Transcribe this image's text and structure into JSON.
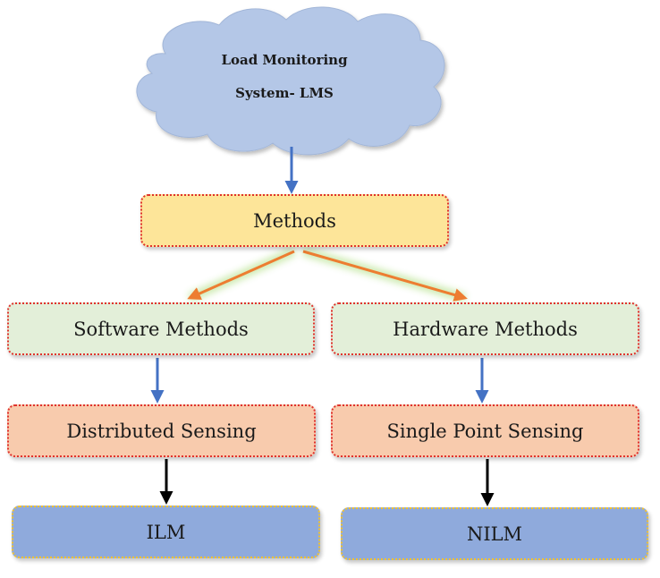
{
  "diagram": {
    "cloud": {
      "line1": "Load Monitoring",
      "line2": "System- LMS"
    },
    "nodes": {
      "methods": "Methods",
      "software": "Software Methods",
      "hardware": "Hardware Methods",
      "distributed": "Distributed Sensing",
      "single_point": "Single Point Sensing",
      "ilm": "ILM",
      "nilm": "NILM"
    }
  },
  "colors": {
    "cloud_fill": "#b4c7e7",
    "methods_fill": "#fde599",
    "software_fill": "#e3efd9",
    "sensing_fill": "#f8cbad",
    "output_fill": "#8faadc",
    "blue_arrow": "#4472c4",
    "orange_arrow": "#ed7d31",
    "black_arrow": "#000000",
    "dotted_border": "#e0322d"
  }
}
